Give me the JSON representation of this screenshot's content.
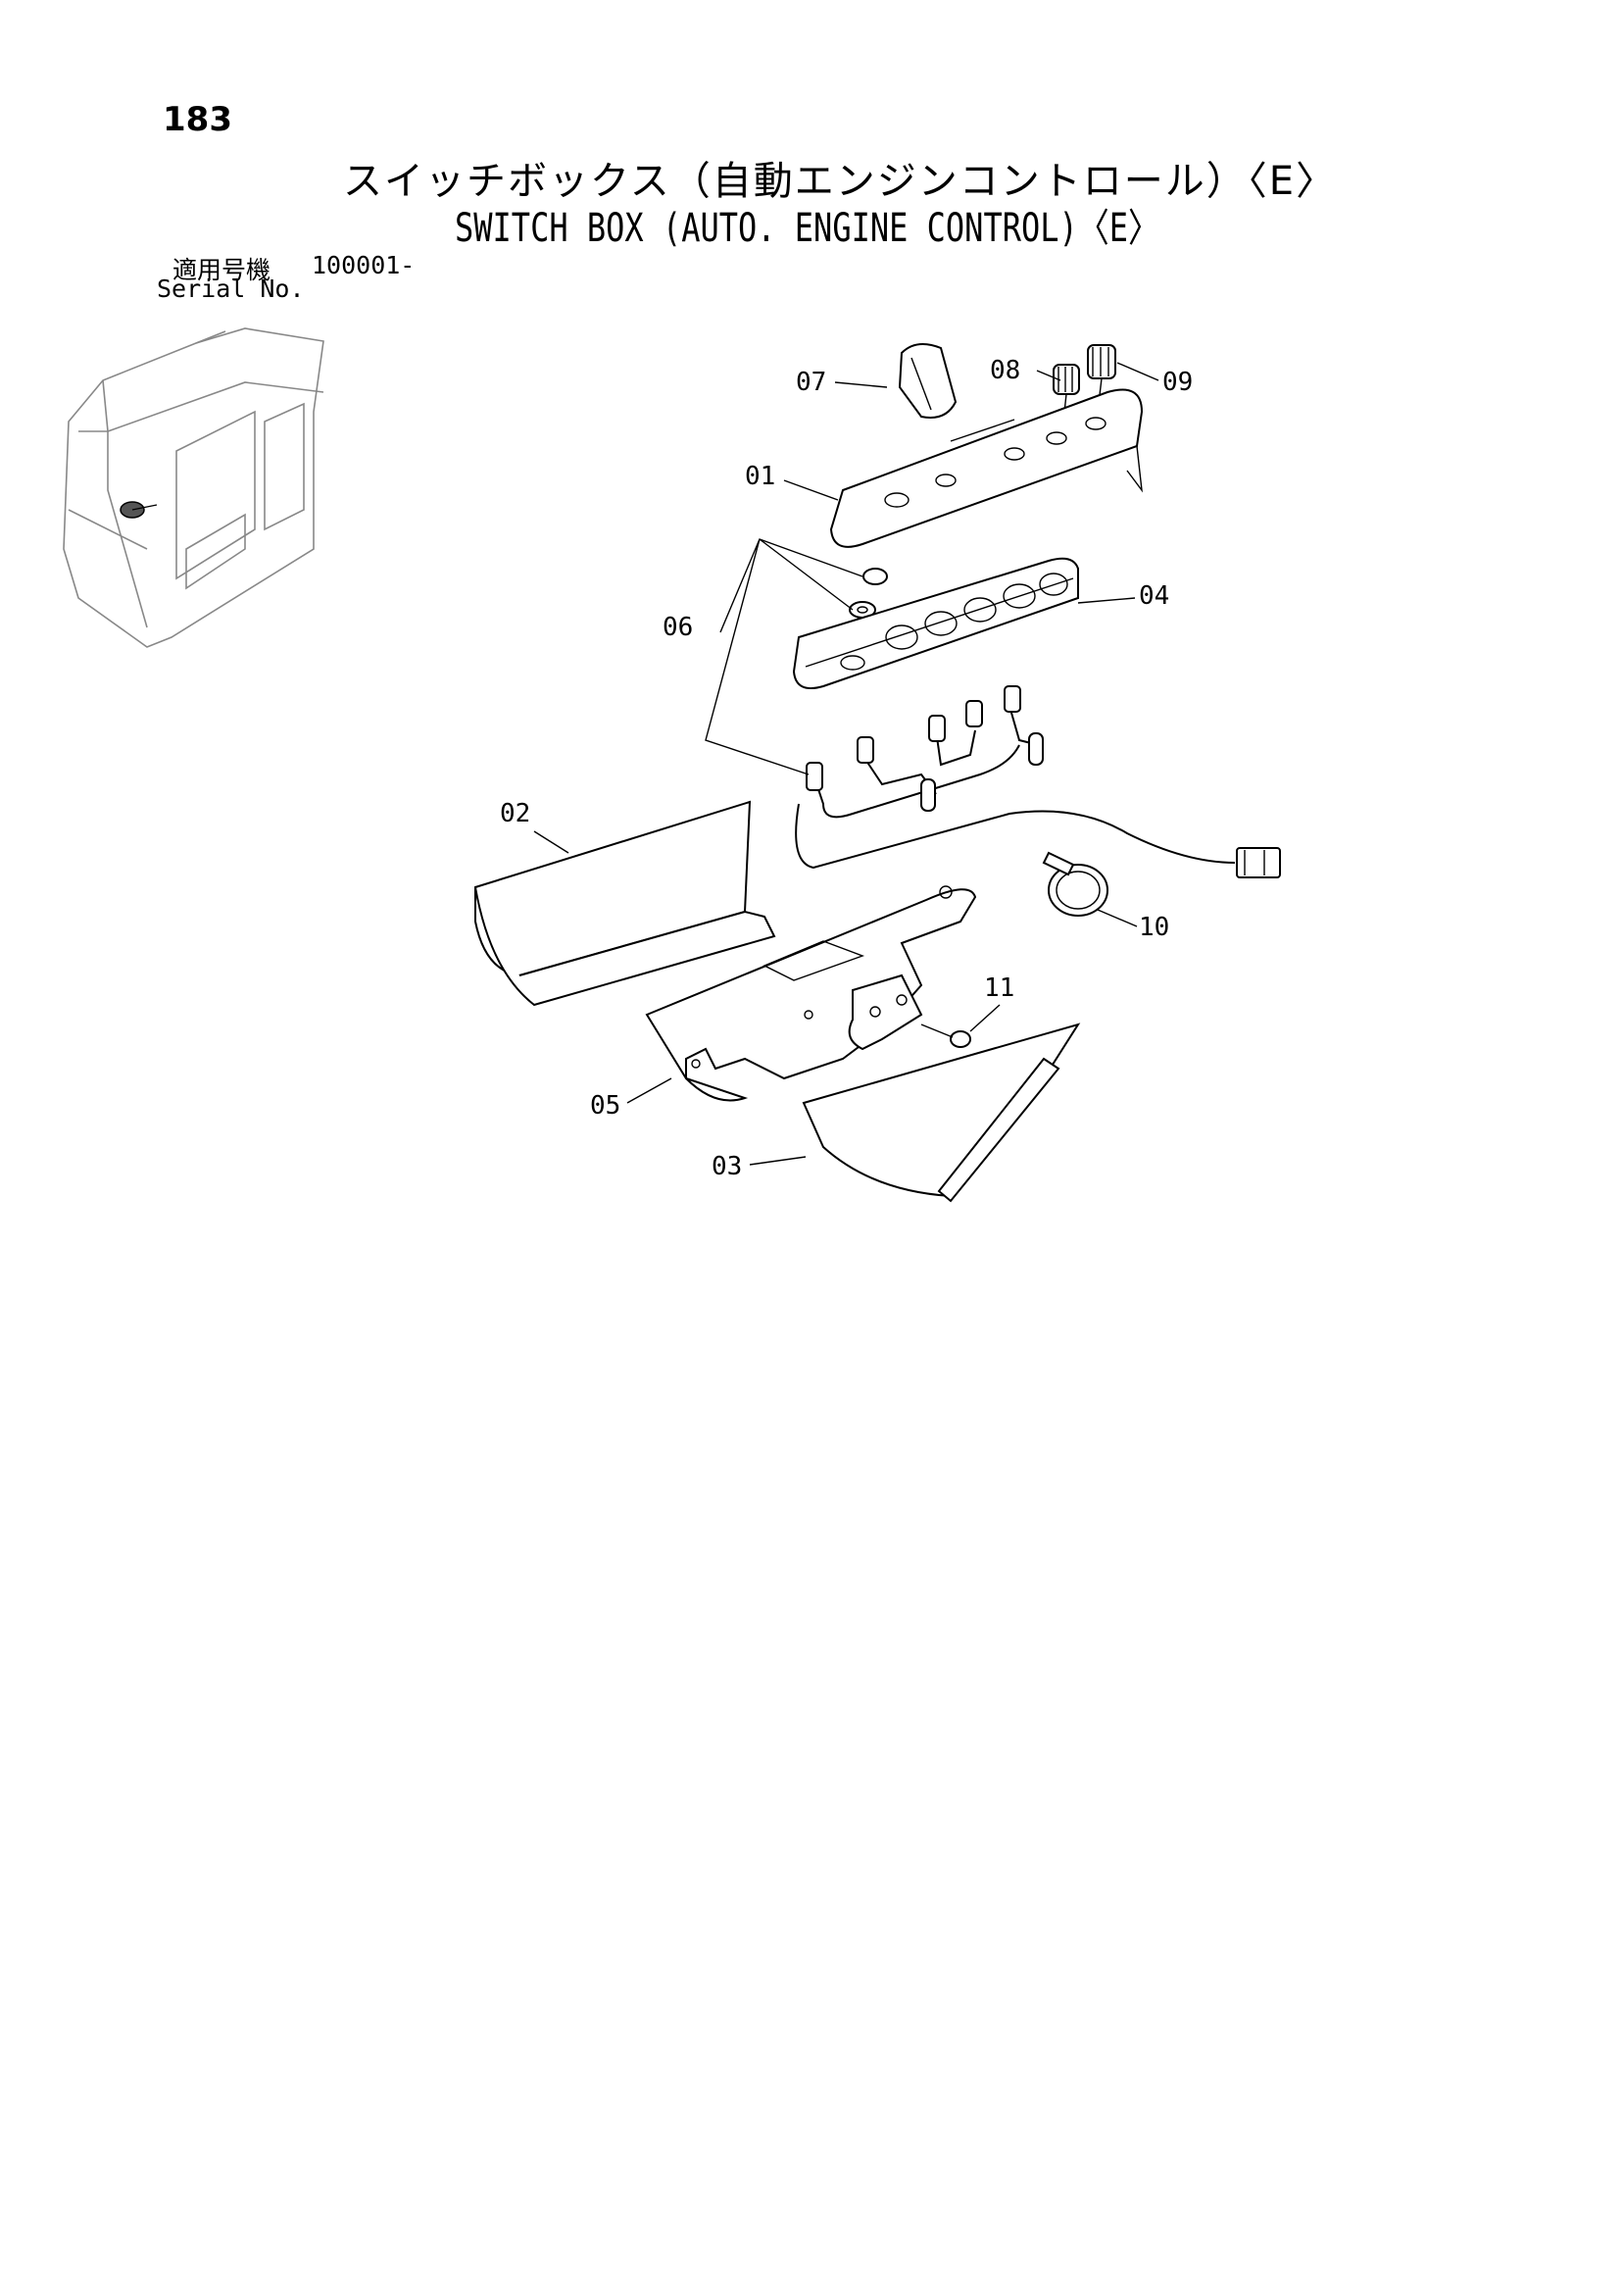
{
  "header": {
    "page_number": "183",
    "title_jp": "スイッチボックス（自動エンジンコントロール）〈E〉",
    "title_en": "SWITCH BOX (AUTO. ENGINE CONTROL)〈E〉",
    "serial_label_jp": "適用号機",
    "serial_range": "100001-",
    "serial_label_en": "Serial No."
  },
  "callouts": [
    {
      "id": "07",
      "part": "knob"
    },
    {
      "id": "08",
      "part": "switch-knob"
    },
    {
      "id": "09",
      "part": "switch-knob"
    },
    {
      "id": "01",
      "part": "top-cover"
    },
    {
      "id": "04",
      "part": "switch-panel"
    },
    {
      "id": "06",
      "part": "nut-washer-set"
    },
    {
      "id": "02",
      "part": "side-cover"
    },
    {
      "id": "10",
      "part": "clamp"
    },
    {
      "id": "11",
      "part": "bolt"
    },
    {
      "id": "05",
      "part": "bracket"
    },
    {
      "id": "03",
      "part": "side-cover"
    }
  ]
}
